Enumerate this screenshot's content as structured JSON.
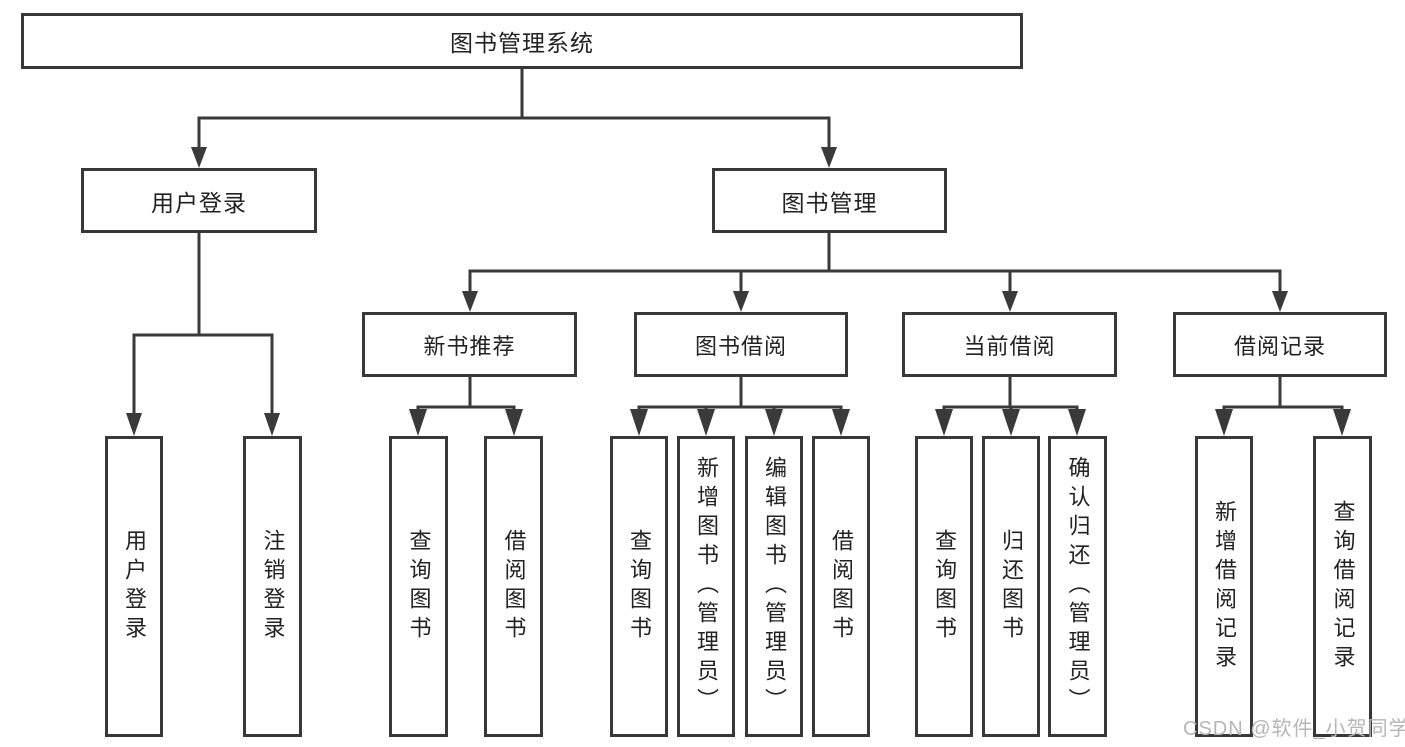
{
  "tree": {
    "label": "图书管理系统",
    "children": [
      {
        "label": "用户登录",
        "children": [
          {
            "label": "用户登录"
          },
          {
            "label": "注销登录"
          }
        ]
      },
      {
        "label": "图书管理",
        "children": [
          {
            "label": "新书推荐",
            "children": [
              {
                "label": "查询图书"
              },
              {
                "label": "借阅图书"
              }
            ]
          },
          {
            "label": "图书借阅",
            "children": [
              {
                "label": "查询图书"
              },
              {
                "label": "新增图书（管理员）"
              },
              {
                "label": "编辑图书（管理员）"
              },
              {
                "label": "借阅图书"
              }
            ]
          },
          {
            "label": "当前借阅",
            "children": [
              {
                "label": "查询图书"
              },
              {
                "label": "归还图书"
              },
              {
                "label": "确认归还（管理员）"
              }
            ]
          },
          {
            "label": "借阅记录",
            "children": [
              {
                "label": "新增借阅记录"
              },
              {
                "label": "查询借阅记录"
              }
            ]
          }
        ]
      }
    ]
  },
  "watermark": "CSDN @软件_小贺同学",
  "colors": {
    "line": "#3a3a3a",
    "text": "#222222",
    "watermark": "#b6b6b6",
    "background": "#ffffff"
  }
}
